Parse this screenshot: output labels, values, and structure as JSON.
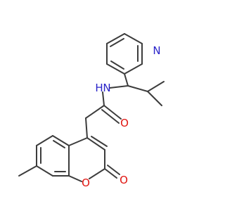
{
  "colors": {
    "bond": "#3c3c3c",
    "nitrogen": "#2a24c9",
    "oxygen": "#e0140f",
    "background": "#ffffff"
  },
  "atoms": {
    "pyridine_n": "N",
    "amide_nh": "H",
    "amide_n": "N",
    "carbonyl_o": "O",
    "ring_o": "O",
    "lactone_o": "O"
  }
}
